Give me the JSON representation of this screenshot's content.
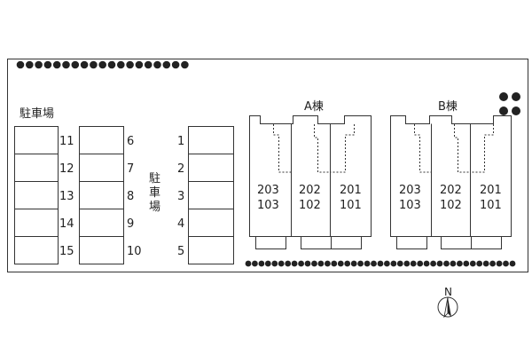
{
  "site": {
    "parking_label": "駐車場",
    "parking_label_vertical": [
      "駐",
      "車",
      "場"
    ]
  },
  "parking": {
    "left_column_numbers": [
      "11",
      "12",
      "13",
      "14",
      "15"
    ],
    "middle_column_numbers": [
      "6",
      "7",
      "8",
      "9",
      "10"
    ],
    "right_column_numbers": [
      "1",
      "2",
      "3",
      "4",
      "5"
    ]
  },
  "buildings": [
    {
      "name": "A棟",
      "units": [
        {
          "upper": "203",
          "lower": "103"
        },
        {
          "upper": "202",
          "lower": "102"
        },
        {
          "upper": "201",
          "lower": "101"
        }
      ]
    },
    {
      "name": "B棟",
      "units": [
        {
          "upper": "203",
          "lower": "103"
        },
        {
          "upper": "202",
          "lower": "102"
        },
        {
          "upper": "201",
          "lower": "101"
        }
      ]
    }
  ],
  "compass": {
    "north_label": "N"
  },
  "colors": {
    "line": "#333333",
    "hedge": "#222222",
    "background": "#ffffff"
  }
}
